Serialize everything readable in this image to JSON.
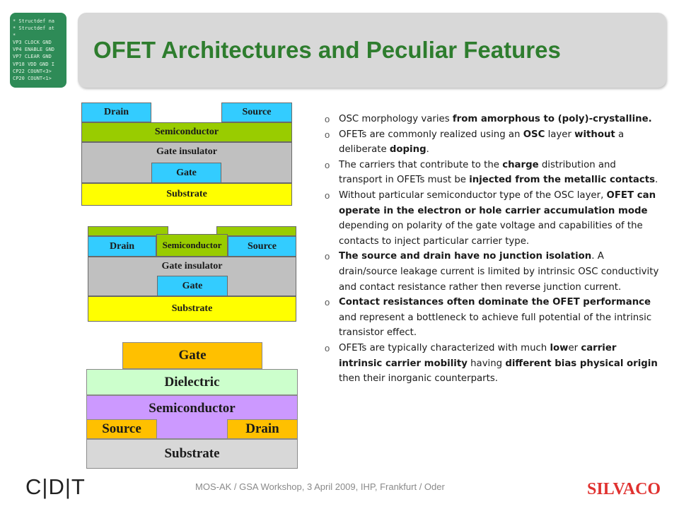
{
  "header": {
    "title": "OFET Architectures and Peculiar Features",
    "code_lines": [
      "* Structdef na",
      "* Structdef at",
      "*",
      "VP3 CLOCK GND",
      "VP4 ENABLE GND",
      "VP7 CLEAR GND",
      "VP18 VDD GND I",
      "CP22 COUNT<3>",
      "CP20 COUNT<1>"
    ]
  },
  "diagrams": {
    "top_gate_bottom_contact": {
      "drain": "Drain",
      "source": "Source",
      "semiconductor": "Semiconductor",
      "gate_insulator": "Gate insulator",
      "gate": "Gate",
      "substrate": "Substrate"
    },
    "bottom_gate_top_contact": {
      "drain": "Drain",
      "semiconductor": "Semiconductor",
      "source": "Source",
      "gate_insulator": "Gate insulator",
      "gate": "Gate",
      "substrate": "Substrate"
    },
    "top_gate_stack": {
      "gate": "Gate",
      "dielectric": "Dielectric",
      "semiconductor": "Semiconductor",
      "source": "Source",
      "drain": "Drain",
      "substrate": "Substrate"
    }
  },
  "bullets": [
    [
      {
        "t": "OSC morphology varies ",
        "b": false
      },
      {
        "t": "from amorphous to (poly)-crystalline.",
        "b": true
      }
    ],
    [
      {
        "t": "OFETs are commonly realized using an ",
        "b": false
      },
      {
        "t": "OSC",
        "b": true
      },
      {
        "t": " layer ",
        "b": false
      },
      {
        "t": "without",
        "b": true
      },
      {
        "t": " a deliberate ",
        "b": false
      },
      {
        "t": "doping",
        "b": true
      },
      {
        "t": ".",
        "b": false
      }
    ],
    [
      {
        "t": "The carriers that contribute to the ",
        "b": false
      },
      {
        "t": "charge",
        "b": true
      },
      {
        "t": " distribution and transport in OFETs must be ",
        "b": false
      },
      {
        "t": "injected from the metallic contacts",
        "b": true
      },
      {
        "t": ".",
        "b": false
      }
    ],
    [
      {
        "t": "Without particular semiconductor type of the OSC layer, ",
        "b": false
      },
      {
        "t": "OFET can operate in the electron or hole carrier accumulation mode",
        "b": true
      },
      {
        "t": " depending on polarity of the gate voltage and capabilities of the contacts to inject particular carrier type.",
        "b": false
      }
    ],
    [
      {
        "t": "The source and drain have no junction isolation",
        "b": true
      },
      {
        "t": ". A drain/source leakage current is limited by intrinsic OSC conductivity and contact resistance rather then reverse junction current.",
        "b": false
      }
    ],
    [
      {
        "t": "Contact resistances often dominate the OFET performance",
        "b": true
      },
      {
        "t": " and represent a bottleneck to achieve full potential of the intrinsic transistor effect.",
        "b": false
      }
    ],
    [
      {
        "t": "OFETs are typically characterized with much ",
        "b": false
      },
      {
        "t": "low",
        "b": true
      },
      {
        "t": "er ",
        "b": false
      },
      {
        "t": "carrier intrinsic carrier mobility",
        "b": true
      },
      {
        "t": " having ",
        "b": false
      },
      {
        "t": "different bias physical origin",
        "b": true
      },
      {
        "t": " then their inorganic counterparts.",
        "b": false
      }
    ]
  ],
  "bullet_marker": "o",
  "footer": {
    "text": "MOS-AK / GSA Workshop, 3 April 2009, IHP, Frankfurt / Oder",
    "cdt_logo": "C|D|T",
    "silvaco_logo": "SILVACO"
  },
  "colors": {
    "title": "#2e7d2e",
    "contact": "#33ccff",
    "semiconductor": "#99cc00",
    "insulator": "#c0c0c0",
    "substrate": "#ffff00",
    "gate_orange": "#ffc000",
    "dielectric": "#ccffcc",
    "semiconductor_purple": "#cc99ff",
    "silvaco_red": "#e0312f"
  }
}
